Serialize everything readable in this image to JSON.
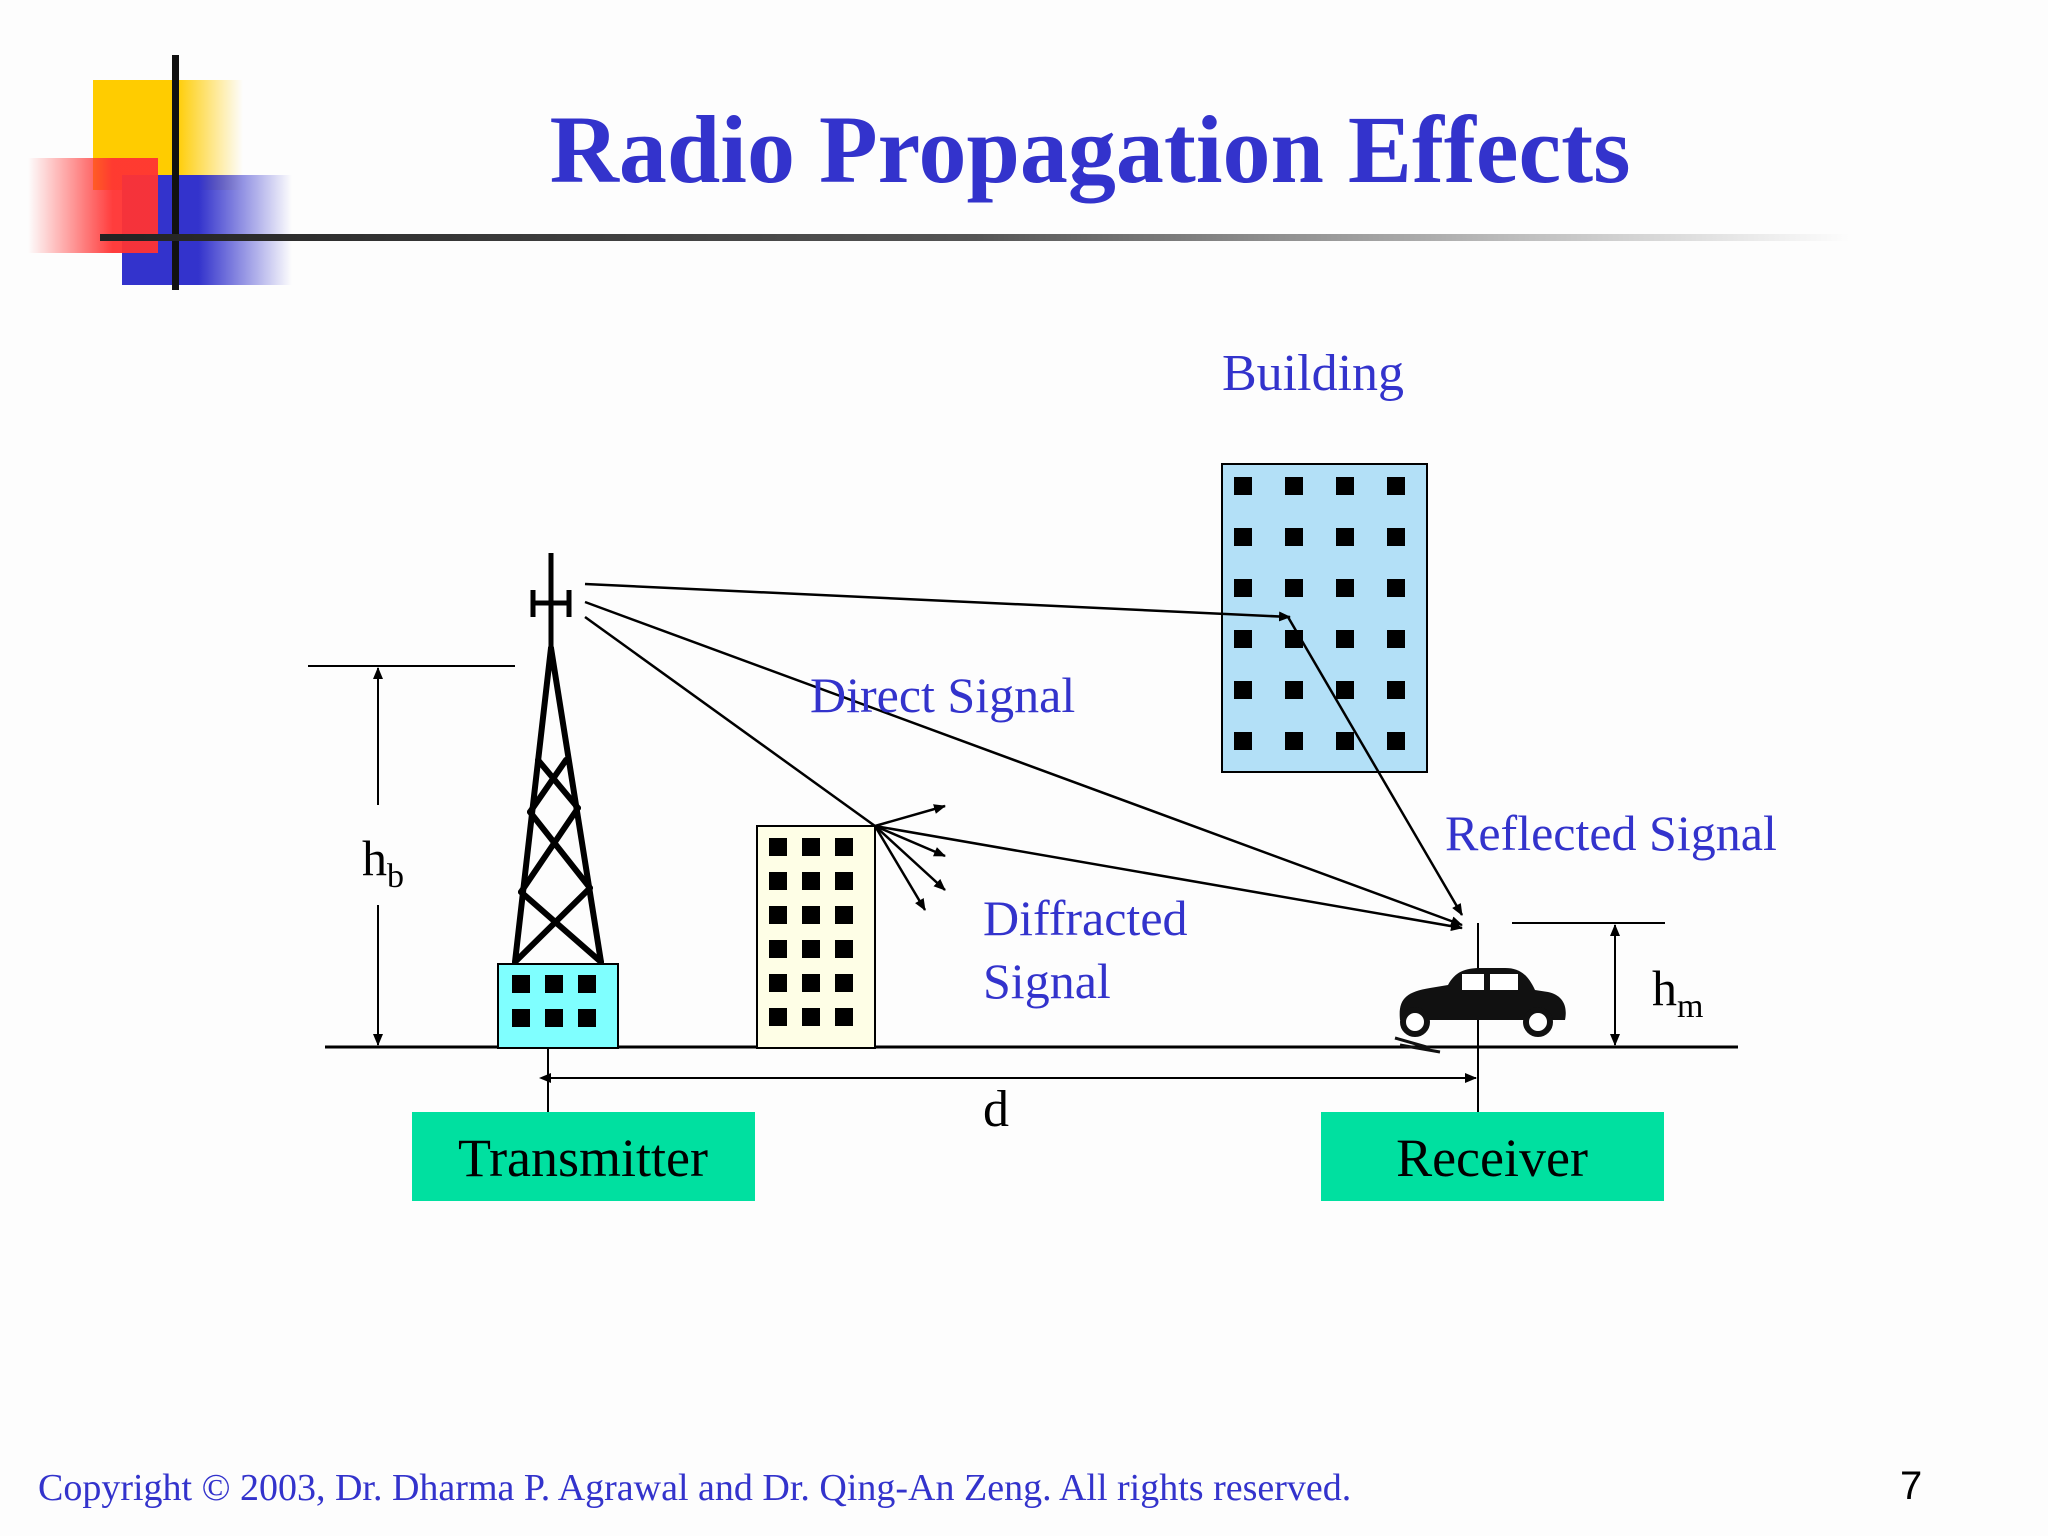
{
  "slide": {
    "title": "Radio Propagation Effects",
    "copyright": "Copyright © 2003, Dr. Dharma P. Agrawal and Dr. Qing-An Zeng. All rights reserved.",
    "page_number": "7"
  },
  "diagram": {
    "labels": {
      "building": "Building",
      "direct_signal": "Direct Signal",
      "reflected_signal": "Reflected Signal",
      "diffracted_line1": "Diffracted",
      "diffracted_line2": "Signal",
      "hb_main": "h",
      "hb_sub": "b",
      "hm_main": "h",
      "hm_sub": "m",
      "distance": "d",
      "transmitter": "Transmitter",
      "receiver": "Receiver"
    },
    "colors": {
      "title": "#3333cc",
      "label_text": "#3333cc",
      "tall_building": "#b3e0f7",
      "small_building": "#fefee6",
      "transmitter_base": "#7fffff",
      "endpoint_box": "#00e0a0",
      "deco_yellow": "#ffcc00",
      "deco_red": "#ff3333",
      "deco_blue": "#3333cc"
    }
  }
}
